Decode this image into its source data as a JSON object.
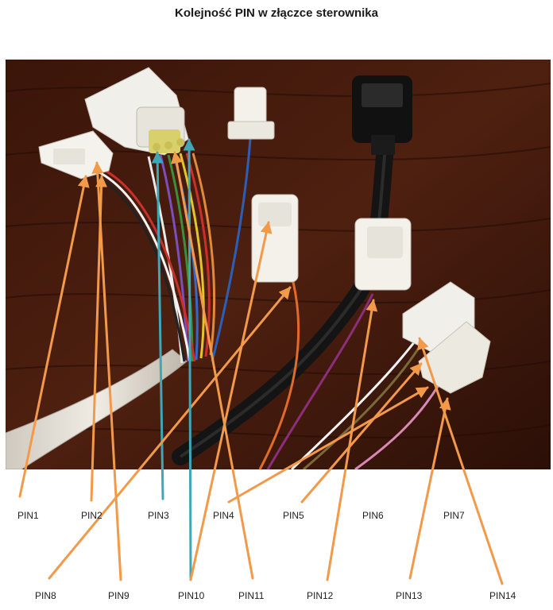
{
  "title": "Kolejność PIN  w złączce sterownika",
  "pins": [
    "PIN1",
    "PIN2",
    "PIN3",
    "PIN4",
    "PIN5",
    "PIN6",
    "PIN7",
    "PIN8",
    "PIN9",
    "PIN10",
    "PIN11",
    "PIN12",
    "PIN13",
    "PIN14"
  ],
  "colors": {
    "wood_dark": "#2a1008",
    "wood_mid": "#4a1e10",
    "arrow_orange": "#f39a4a",
    "arrow_teal": "#3fa7b8",
    "cable_black": "#151515",
    "connector_white": "#f1efe9"
  }
}
